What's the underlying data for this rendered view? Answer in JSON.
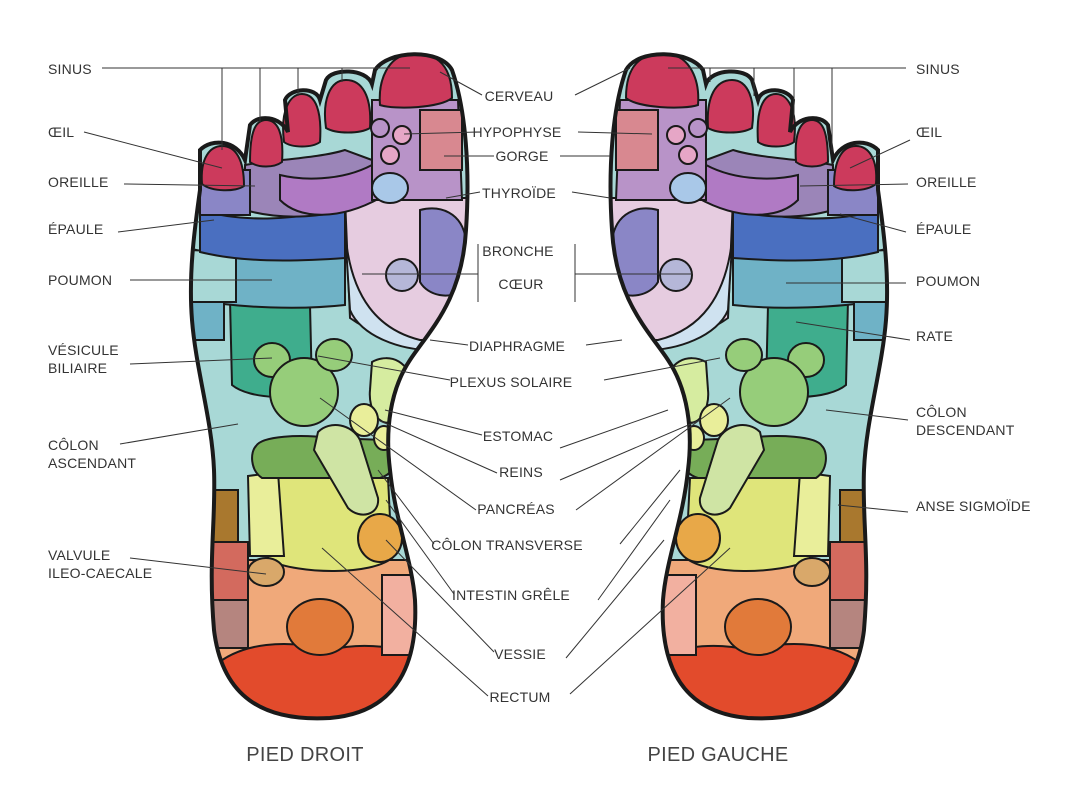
{
  "colors": {
    "outline": "#1a1a1a",
    "leader": "#333333",
    "toe_tip": "#cc3a5c",
    "toe_base": "#9b85b8",
    "purple": "#a97bc2",
    "blue": "#4a6fc0",
    "lavender": "#8a86c6",
    "pink_light": "#e6cce0",
    "blue_light": "#cfe2f0",
    "teal_light": "#a8d8d6",
    "teal": "#6fb2c6",
    "green_dark": "#3fad8d",
    "green": "#96cd7a",
    "green_mid": "#77ad58",
    "lime_light": "#d6eca0",
    "yellow": "#dfe57a",
    "yellow_light": "#e9ee9a",
    "orange_light": "#f0a97a",
    "orange": "#e17a3a",
    "red_orange": "#e24b2c",
    "brown": "#a9782e",
    "red_brown": "#d36a5e",
    "mauve_brown": "#b5857f",
    "tan": "#d9a86a",
    "salmon": "#f2b0a0",
    "rose": "#d08a8a"
  },
  "foot_titles": {
    "right": "PIED DROIT",
    "left": "PIED GAUCHE"
  },
  "labels": {
    "left_side": [
      {
        "id": "sinus",
        "text": "SINUS"
      },
      {
        "id": "oeil",
        "text": "ŒIL"
      },
      {
        "id": "oreille",
        "text": "OREILLE"
      },
      {
        "id": "epaule",
        "text": "ÉPAULE"
      },
      {
        "id": "poumon",
        "text": "POUMON"
      },
      {
        "id": "vesicule",
        "text": "VÉSICULE\nBILIAIRE"
      },
      {
        "id": "colon_asc",
        "text": "CÔLON\nASCENDANT"
      },
      {
        "id": "valvule",
        "text": "VALVULE\nILEO-CAECALE"
      }
    ],
    "center": [
      {
        "id": "cerveau",
        "text": "CERVEAU"
      },
      {
        "id": "hypophyse",
        "text": "HYPOPHYSE"
      },
      {
        "id": "gorge",
        "text": "GORGE"
      },
      {
        "id": "thyroide",
        "text": "THYROÏDE"
      },
      {
        "id": "bronche",
        "text": "BRONCHE"
      },
      {
        "id": "coeur",
        "text": "CŒUR"
      },
      {
        "id": "diaphragme",
        "text": "DIAPHRAGME"
      },
      {
        "id": "plexus",
        "text": "PLEXUS SOLAIRE"
      },
      {
        "id": "estomac",
        "text": "ESTOMAC"
      },
      {
        "id": "reins",
        "text": "REINS"
      },
      {
        "id": "pancreas",
        "text": "PANCRÉAS"
      },
      {
        "id": "colon_transverse",
        "text": "CÔLON TRANSVERSE"
      },
      {
        "id": "intestin",
        "text": "INTESTIN GRÊLE"
      },
      {
        "id": "vessie",
        "text": "VESSIE"
      },
      {
        "id": "rectum",
        "text": "RECTUM"
      }
    ],
    "right_side": [
      {
        "id": "sinus",
        "text": "SINUS"
      },
      {
        "id": "oeil",
        "text": "ŒIL"
      },
      {
        "id": "oreille",
        "text": "OREILLE"
      },
      {
        "id": "epaule",
        "text": "ÉPAULE"
      },
      {
        "id": "poumon",
        "text": "POUMON"
      },
      {
        "id": "rate",
        "text": "RATE"
      },
      {
        "id": "colon_desc",
        "text": "CÔLON\nDESCENDANT"
      },
      {
        "id": "anse",
        "text": "ANSE SIGMOÏDE"
      }
    ]
  }
}
